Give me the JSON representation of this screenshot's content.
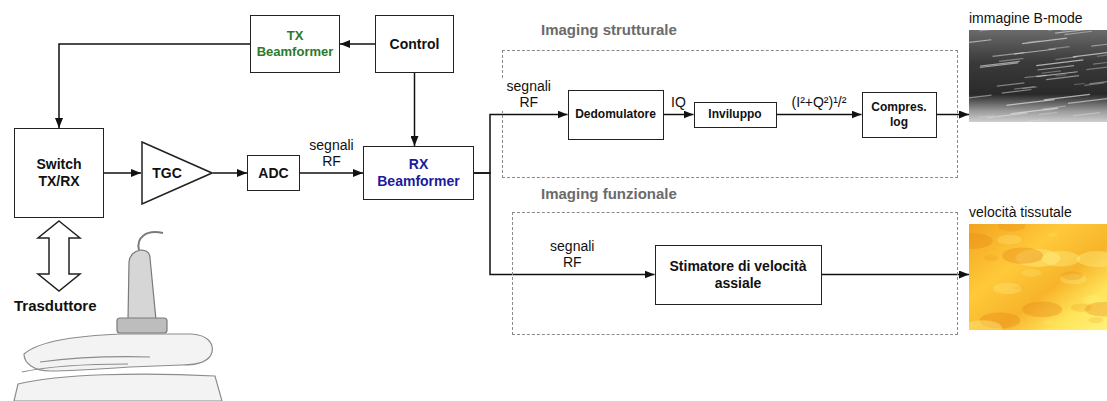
{
  "diagram": {
    "nodes": [
      {
        "text": [
          "TX Beamformer"
        ]
      },
      {
        "text": [
          "Control"
        ]
      },
      {
        "text": [
          "Switch TX/RX"
        ]
      },
      {
        "text": [
          "TGC"
        ]
      },
      {
        "text": [
          "ADC"
        ]
      },
      {
        "text": [
          "RX Beamformer"
        ]
      },
      {
        "text": [
          "Imaging strutturale"
        ]
      },
      {
        "text": [
          "Dedomulatore"
        ],
        "in": 6
      },
      {
        "text": [
          "Inviluppo"
        ],
        "in": 6
      },
      {
        "text": [
          "Compres. log"
        ],
        "in": 6
      },
      {
        "text": [
          "immagine B-mode"
        ]
      },
      {
        "text": [
          "Imaging funzionale"
        ]
      },
      {
        "text": [
          "Stimatore di velocità assiale"
        ],
        "in": 11
      },
      {
        "text": [
          "velocità tissutale"
        ]
      }
    ],
    "edges": [
      {
        "from": 1,
        "to": 0,
        "arrow": "to"
      },
      {
        "from": 0,
        "to": 2,
        "arrow": "to"
      },
      {
        "from": 1,
        "to": 5,
        "arrow": "to"
      },
      {
        "from": 2,
        "to": 3,
        "arrow": "to"
      },
      {
        "from": 3,
        "to": 4,
        "arrow": "to"
      },
      {
        "from": 4,
        "to": 5,
        "label": "segnali RF",
        "arrow": "to"
      },
      {
        "from": 5,
        "to": 7,
        "label": "segnali RF",
        "arrow": "to"
      },
      {
        "from": 7,
        "to": 8,
        "label": "IQ",
        "arrow": "to"
      },
      {
        "from": 8,
        "to": 9,
        "label": "(I²+Q²)¹/²",
        "arrow": "to"
      },
      {
        "from": 9,
        "to": 10,
        "arrow": "to"
      },
      {
        "from": 5,
        "to": 12,
        "label": "segnali RF",
        "arrow": "to"
      },
      {
        "from": 12,
        "to": 13,
        "arrow": "to"
      }
    ],
    "labels": [
      "Trasduttore"
    ]
  }
}
